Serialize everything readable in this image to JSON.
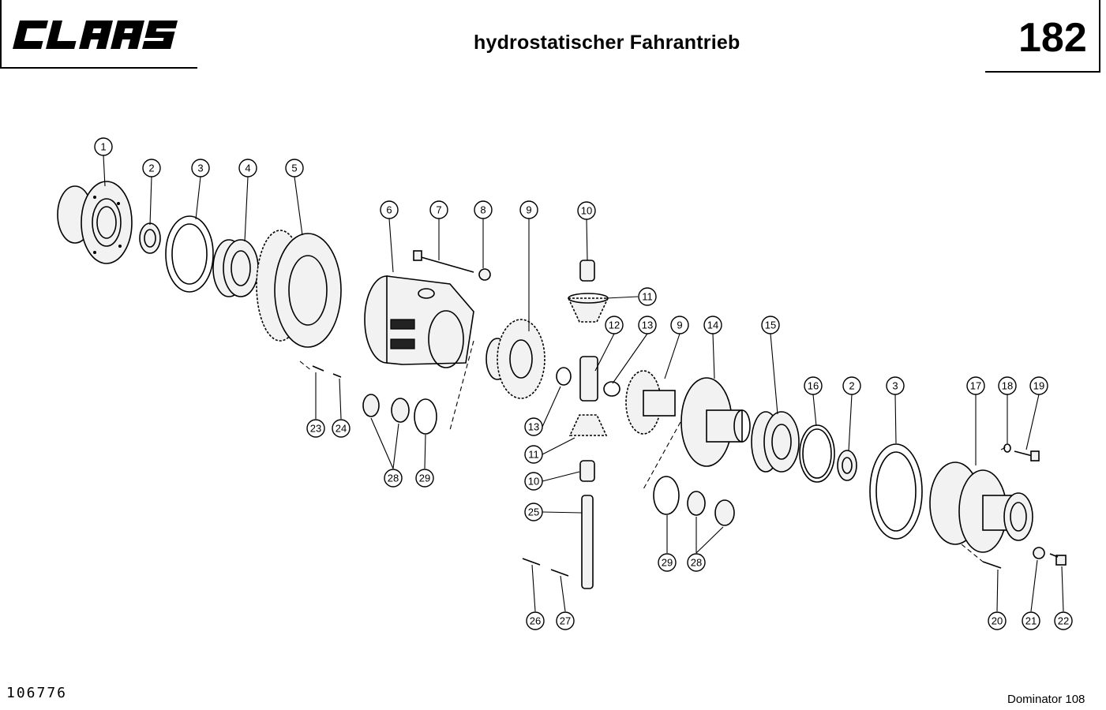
{
  "header": {
    "brand": "CLAAS",
    "title": "hydrostatischer Fahrantrieb",
    "page_number": "182"
  },
  "footer": {
    "document_id": "106776",
    "model": "Dominator 108"
  },
  "callouts": [
    {
      "id": "c1",
      "label": "1"
    },
    {
      "id": "c2a",
      "label": "2"
    },
    {
      "id": "c3a",
      "label": "3"
    },
    {
      "id": "c4",
      "label": "4"
    },
    {
      "id": "c5",
      "label": "5"
    },
    {
      "id": "c6",
      "label": "6"
    },
    {
      "id": "c7",
      "label": "7"
    },
    {
      "id": "c8",
      "label": "8"
    },
    {
      "id": "c9a",
      "label": "9"
    },
    {
      "id": "c10a",
      "label": "10"
    },
    {
      "id": "c11a",
      "label": "11"
    },
    {
      "id": "c12",
      "label": "12"
    },
    {
      "id": "c13a",
      "label": "13"
    },
    {
      "id": "c9b",
      "label": "9"
    },
    {
      "id": "c14",
      "label": "14"
    },
    {
      "id": "c15",
      "label": "15"
    },
    {
      "id": "c16",
      "label": "16"
    },
    {
      "id": "c2b",
      "label": "2"
    },
    {
      "id": "c3b",
      "label": "3"
    },
    {
      "id": "c17",
      "label": "17"
    },
    {
      "id": "c18",
      "label": "18"
    },
    {
      "id": "c19",
      "label": "19"
    },
    {
      "id": "c13b",
      "label": "13"
    },
    {
      "id": "c11b",
      "label": "11"
    },
    {
      "id": "c10b",
      "label": "10"
    },
    {
      "id": "c25",
      "label": "25"
    },
    {
      "id": "c23",
      "label": "23"
    },
    {
      "id": "c24",
      "label": "24"
    },
    {
      "id": "c28a",
      "label": "28"
    },
    {
      "id": "c29a",
      "label": "29"
    },
    {
      "id": "c29b",
      "label": "29"
    },
    {
      "id": "c28b",
      "label": "28"
    },
    {
      "id": "c26",
      "label": "26"
    },
    {
      "id": "c27",
      "label": "27"
    },
    {
      "id": "c20",
      "label": "20"
    },
    {
      "id": "c21",
      "label": "21"
    },
    {
      "id": "c22",
      "label": "22"
    }
  ]
}
